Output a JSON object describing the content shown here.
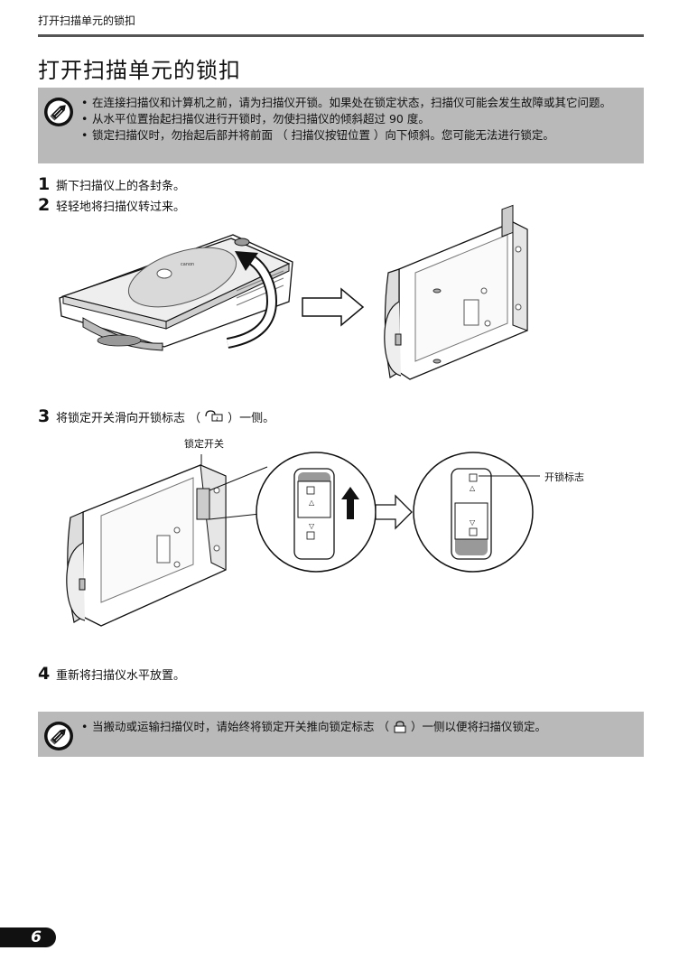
{
  "running_head": "打开扫描单元的锁扣",
  "title": "打开扫描单元的锁扣",
  "note_top": {
    "icon": "pencil-note-icon",
    "items": [
      "在连接扫描仪和计算机之前，请为扫描仪开锁。如果处在锁定状态，扫描仪可能会发生故障或其它问题。",
      "从水平位置抬起扫描仪进行开锁时，勿使扫描仪的倾斜超过 90 度。",
      "锁定扫描仪时，勿抬起后部并将前面 （ 扫描仪按钮位置 ）向下倾斜。您可能无法进行锁定。"
    ]
  },
  "steps": [
    {
      "num": "1",
      "text": "撕下扫描仪上的各封条。"
    },
    {
      "num": "2",
      "text": "轻轻地将扫描仪转过来。"
    },
    {
      "num": "3",
      "text_before": "将锁定开关滑向开锁标志 （",
      "text_after": "）一侧。"
    },
    {
      "num": "4",
      "text": "重新将扫描仪水平放置。"
    }
  ],
  "callouts": {
    "lock_switch": "锁定开关",
    "unlock_mark": "开锁标志"
  },
  "scanner_brand": "canon",
  "note_bottom": {
    "icon": "pencil-note-icon",
    "before": "当搬动或运输扫描仪时，请始终将锁定开关推向锁定标志 （",
    "after": "）一侧以便将扫描仪锁定。"
  },
  "page_number": "6"
}
